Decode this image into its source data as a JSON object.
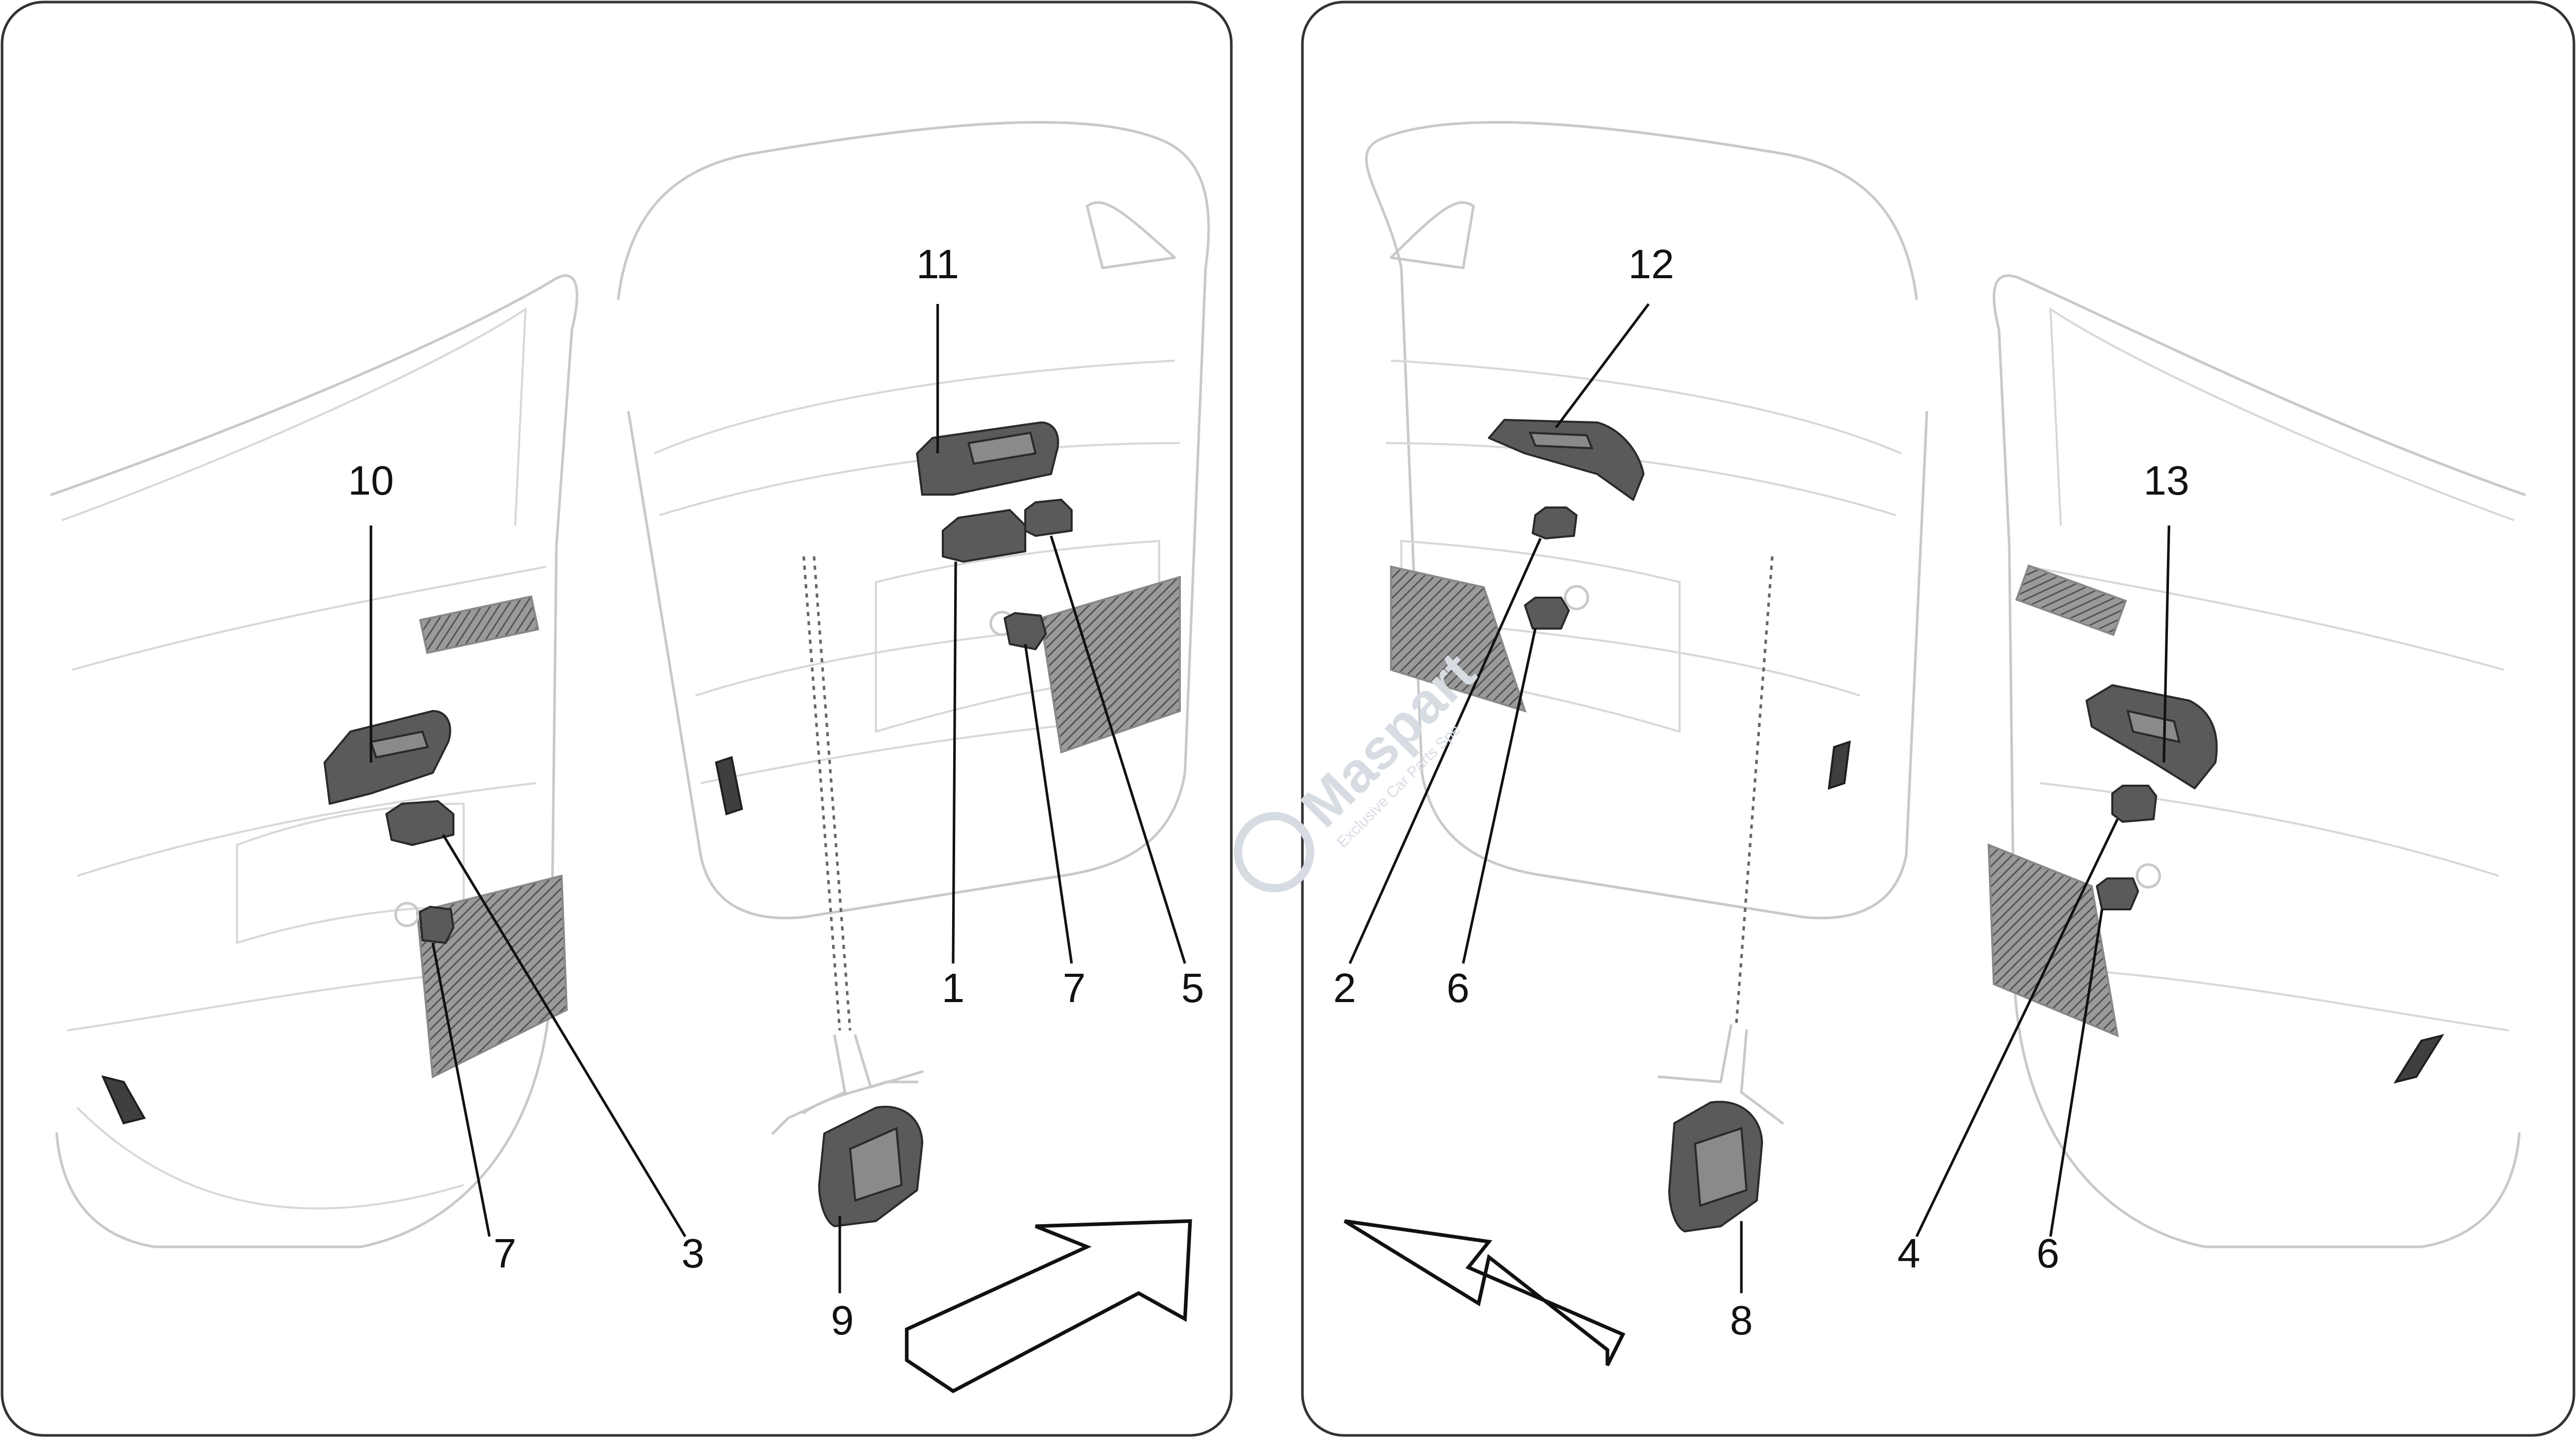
{
  "diagram": {
    "watermark": {
      "brand": "Maspart",
      "tagline": "Exclusive Car Parts Spe"
    },
    "callouts": [
      {
        "id": "11",
        "label": "11"
      },
      {
        "id": "10",
        "label": "10"
      },
      {
        "id": "1",
        "label": "1"
      },
      {
        "id": "7a",
        "label": "7"
      },
      {
        "id": "5",
        "label": "5"
      },
      {
        "id": "7b",
        "label": "7"
      },
      {
        "id": "3",
        "label": "3"
      },
      {
        "id": "9",
        "label": "9"
      },
      {
        "id": "12",
        "label": "12"
      },
      {
        "id": "13",
        "label": "13"
      },
      {
        "id": "2",
        "label": "2"
      },
      {
        "id": "6a",
        "label": "6"
      },
      {
        "id": "4",
        "label": "4"
      },
      {
        "id": "6b",
        "label": "6"
      },
      {
        "id": "8",
        "label": "8"
      }
    ]
  }
}
